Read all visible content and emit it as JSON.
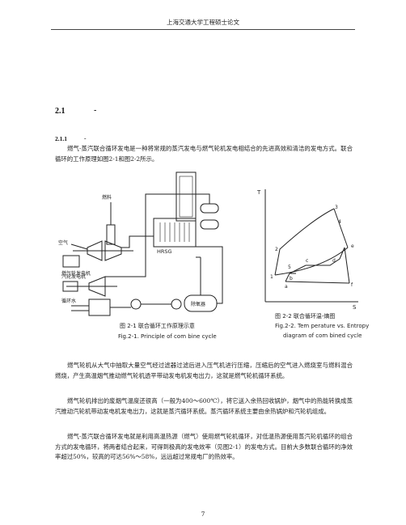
{
  "header": {
    "title": "上海交通大学工程硕士论文"
  },
  "section": {
    "number": "2.1",
    "dash": "-"
  },
  "subsection": {
    "number": "2.1.1",
    "dash": "-"
  },
  "paragraphs": {
    "p1": "燃气-蒸汽联合循环发电是一种将常规的蒸汽发电与燃气轮机发电相结合的先进高效和清洁的发电方式。联合循环的工作原理如图2-1和图2-2所示。",
    "p2": "燃气轮机从大气中抽取大量空气经过滤器过滤后进入压气机进行压缩，压缩后的空气进入燃烧室与燃料混合燃烧，产生高温烟气推动燃气轮机透平带动发电机发电出力，这就是燃气轮机循环系统。",
    "p3": "燃气轮机排出的废烟气温度还很高（一般为400～600℃），将它送入余热回收锅炉，烟气中的热能转换成蒸汽推动汽轮机带动发电机发电出力，这就是蒸汽循环系统。蒸汽循环系统主要由余热锅炉和汽轮机组成。",
    "p4": "燃气-蒸汽联合循环发电就是利用高温热源（燃气）使用燃气轮机循环，对低温热源使用蒸汽轮机循环的组合方式的发电循环，将两者结合起来，可得到极高的发电效率（见图2-1）的发电方式。目前大多数联合循环的净效率超过50%，较高的可达56%～58%，远远超过常规电厂的热效率。"
  },
  "figure1": {
    "labels": {
      "air": "空气",
      "fuel": "燃料",
      "gt_gen": "燃气轮发电机",
      "hrsg": "HRSG",
      "st_gen": "汽轮发电机",
      "cooling_water": "循环水",
      "deaerator": "除氧器"
    },
    "caption_cn": "图 2-1 联合循环工作原理示意",
    "caption_en": "Fig.2-1. Principle of com bine cycle"
  },
  "figure2": {
    "axis_y": "T",
    "axis_x": "S",
    "points": {
      "p1": "1",
      "p2": "2",
      "p3": "3",
      "p4": "4",
      "pa": "a",
      "pb": "b",
      "pc": "c",
      "pd": "d",
      "pe": "e",
      "pf": "f",
      "p5": "5"
    },
    "caption_cn": "图 2-2  联合循环温-熵图",
    "caption_en_1": "Fig.2-2. Tem perature vs. Entropy",
    "caption_en_2": "diagram  of com bined cycle"
  },
  "page_number": "7"
}
